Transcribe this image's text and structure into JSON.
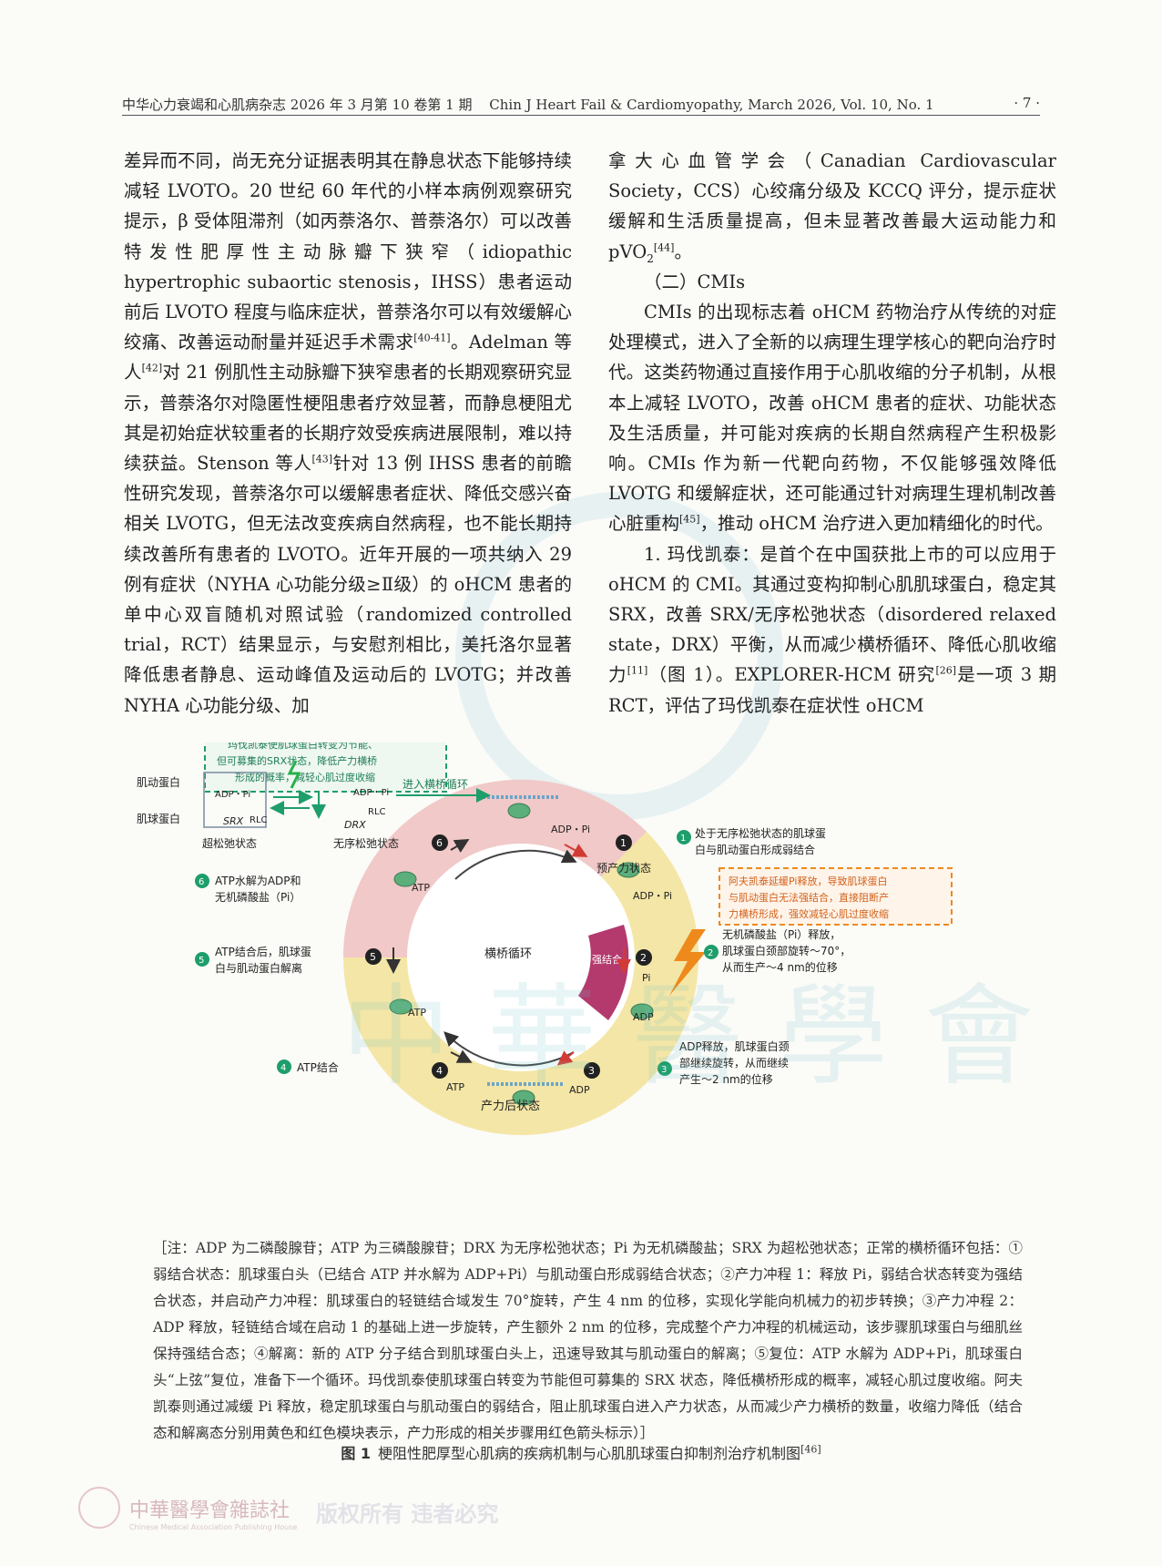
{
  "header": {
    "journal_cn": "中华心力衰竭和心肌病杂志 2026 年 3 月第 10 卷第 1 期",
    "journal_en": "Chin J Heart Fail & Cardiomyopathy, March 2026, Vol. 10, No. 1",
    "page": "· 7 ·"
  },
  "left_column": {
    "p1_a": "差异而不同，尚无充分证据表明其在静息状态下能够持续减轻 LVOTO。20 世纪 60 年代的小样本病例观察研究提示，β 受体阻滞剂（如丙萘洛尔、普萘洛尔）可以改善特发性肥厚性主动脉瓣下狭窄（idiopathic hypertrophic subaortic stenosis，IHSS）患者运动前后 LVOTO 程度与临床症状，普萘洛尔可以有效缓解心绞痛、改善运动耐量并延迟手术需求",
    "p1_ref1": "[40-41]",
    "p1_b": "。Adelman 等人",
    "p1_ref2": "[42]",
    "p1_c": "对 21 例肌性主动脉瓣下狭窄患者的长期观察研究显示，普萘洛尔对隐匿性梗阻患者疗效显著，而静息梗阻尤其是初始症状较重者的长期疗效受疾病进展限制，难以持续获益。Stenson 等人",
    "p1_ref3": "[43]",
    "p1_d": "针对 13 例 IHSS 患者的前瞻性研究发现，普萘洛尔可以缓解患者症状、降低交感兴奋相关 LVOTG，但无法改变疾病自然病程，也不能长期持续改善所有患者的 LVOTO。近年开展的一项共纳入 29 例有症状（NYHA 心功能分级≥Ⅱ级）的 oHCM 患者的单中心双盲随机对照试验（randomized controlled trial，RCT）结果显示，与安慰剂相比，美托洛尔显著降低患者静息、运动峰值及运动后的 LVOTG；并改善 NYHA 心功能分级、加"
  },
  "right_column": {
    "p1_a": "拿大心血管学会（Canadian Cardiovascular Society，CCS）心绞痛分级及 KCCQ 评分，提示症状缓解和生活质量提高，但未显著改善最大运动能力和 pVO",
    "p1_sub": "2",
    "p1_ref": "[44]",
    "p1_end": "。",
    "heading": "（二）CMIs",
    "p2_a": "CMIs 的出现标志着 oHCM 药物治疗从传统的对症处理模式，进入了全新的以病理生理学核心的靶向治疗时代。这类药物通过直接作用于心肌收缩的分子机制，从根本上减轻 LVOTO，改善 oHCM 患者的症状、功能状态及生活质量，并可能对疾病的长期自然病程产生积极影响。CMIs 作为新一代靶向药物，不仅能够强效降低 LVOTG 和缓解症状，还可能通过针对病理生理机制改善心脏重构",
    "p2_ref": "[45]",
    "p2_b": "，推动 oHCM 治疗进入更加精细化的时代。",
    "p3_a": "1. 玛伐凯泰：是首个在中国获批上市的可以应用于 oHCM 的 CMI。其通过变构抑制心肌肌球蛋白，稳定其 SRX，改善 SRX/无序松弛状态（disordered relaxed state，DRX）平衡，从而减少横桥循环、降低心肌收缩力",
    "p3_ref1": "[11]",
    "p3_b": "（图 1）。EXPLORER-HCM 研究",
    "p3_ref2": "[26]",
    "p3_c": "是一项 3 期 RCT，评估了玛伐凯泰在症状性 oHCM"
  },
  "figure": {
    "mava_box": [
      "玛伐凯泰使肌球蛋白转变为节能、",
      "但可募集的SRX状态，降低产力横桥",
      "形成的概率，减轻心肌过度收缩"
    ],
    "actin": "肌动蛋白",
    "myosin": "肌球蛋白",
    "srx_label": "SRX",
    "rlc_left": "RLC",
    "rlc_right": "RLC",
    "drx_label": "DRX",
    "adp_pi": "ADP・Pi",
    "super_relaxed": "超松弛状态",
    "disordered": "无序松弛状态",
    "enter_cycle": "进入横桥循环",
    "center": "横桥循环",
    "strong_bind": "强结合",
    "pre_power": "预产力状态",
    "post_power": "产力后状态",
    "atp": "ATP",
    "adp": "ADP",
    "pi": "Pi",
    "nums": [
      "1",
      "2",
      "3",
      "4",
      "5",
      "6"
    ],
    "step1": [
      "处于无序松弛状态的肌球蛋",
      "白与肌动蛋白形成弱结合"
    ],
    "afi_box": [
      "阿夫凯泰延缓Pi释放，导致肌球蛋白",
      "与肌动蛋白无法强结合，直接阻断产",
      "力横桥形成，强效减轻心肌过度收缩"
    ],
    "step2": [
      "无机磷酸盐（Pi）释放，",
      "肌球蛋白颈部旋转～70°，",
      "从而生产～4 nm的位移"
    ],
    "step3": [
      "ADP释放，肌球蛋白颈",
      "部继续旋转，从而继续",
      "产生～2 nm的位移"
    ],
    "step4": [
      "ATP结合"
    ],
    "step5": [
      "ATP结合后，肌球蛋",
      "白与肌动蛋白解离"
    ],
    "step6": [
      "ATP水解为ADP和",
      "无机磷酸盐（Pi）"
    ],
    "colors": {
      "yellow": "#f4e6a6",
      "pink": "#f1c9c8",
      "magenta": "#b43a6e",
      "green": "#1e9e6a",
      "red": "#d23b35",
      "orange": "#ee8a1c"
    }
  },
  "caption": "［注：ADP 为二磷酸腺苷；ATP 为三磷酸腺苷；DRX 为无序松弛状态；Pi 为无机磷酸盐；SRX 为超松弛状态；正常的横桥循环包括：①弱结合状态：肌球蛋白头（已结合 ATP 并水解为 ADP+Pi）与肌动蛋白形成弱结合状态；②产力冲程 1：释放 Pi，弱结合状态转变为强结合状态，并启动产力冲程：肌球蛋白的轻链结合域发生 70°旋转，产生 4 nm 的位移，实现化学能向机械力的初步转换；③产力冲程 2：ADP 释放，轻链结合域在启动 1 的基础上进一步旋转，产生额外 2 nm 的位移，完成整个产力冲程的机械运动，该步骤肌球蛋白与细肌丝保持强结合态；④解离：新的 ATP 分子结合到肌球蛋白头上，迅速导致其与肌动蛋白的解离；⑤复位：ATP 水解为 ADP+Pi，肌球蛋白头“上弦”复位，准备下一个循环。玛伐凯泰使肌球蛋白转变为节能但可募集的 SRX 状态，降低横桥形成的概率，减轻心肌过度收缩。阿夫凯泰则通过减缓 Pi 释放，稳定肌球蛋白与肌动蛋白的弱结合，阻止肌球蛋白进入产力状态，从而减少产力横桥的数量，收缩力降低（结合态和解离态分别用黄色和红色模块表示，产力形成的相关步骤用红色箭头标示）］",
  "figure_title_num": "图 1",
  "figure_title": "梗阻性肥厚型心肌病的疾病机制与心肌肌球蛋白抑制剂治疗机制图",
  "figure_title_ref": "[46]",
  "footer": {
    "publisher_cn": "中華醫學會雜誌社",
    "publisher_en": "Chinese Medical Association Publishing House",
    "slogan": "版权所有 违者必究"
  }
}
